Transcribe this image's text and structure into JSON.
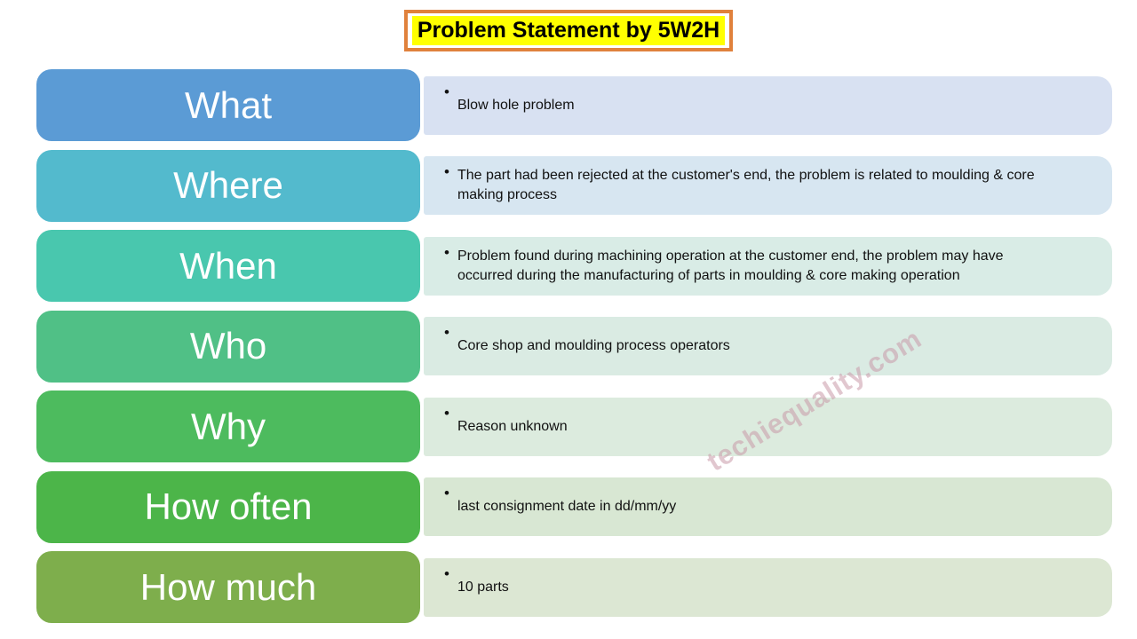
{
  "bullet": "•",
  "title": {
    "text": "Problem Statement by 5W2H",
    "highlight_color": "#FFFF00",
    "border_color": "#E0813C",
    "text_color": "#000000"
  },
  "watermark": {
    "text": "techiequality.com",
    "color": "#C99AA9"
  },
  "rows": [
    {
      "key": "what",
      "label": "What",
      "label_color": "#5B9BD5",
      "panel_color": "#D8E1F2",
      "text": "Blow hole problem"
    },
    {
      "key": "where",
      "label": "Where",
      "label_color": "#53BACD",
      "panel_color": "#D7E6F1",
      "text": "The part had been rejected at the customer's end, the problem is related to moulding & core making process"
    },
    {
      "key": "when",
      "label": "When",
      "label_color": "#49C7AE",
      "panel_color": "#D9ECE6",
      "text": "Problem found during machining operation at the customer end, the problem may have occurred during the manufacturing of parts in moulding & core making operation"
    },
    {
      "key": "who",
      "label": "Who",
      "label_color": "#50C086",
      "panel_color": "#DAEBE3",
      "text": "Core shop and moulding process operators"
    },
    {
      "key": "why",
      "label": "Why",
      "label_color": "#4DBB5E",
      "panel_color": "#DCEBDE",
      "text": "Reason unknown"
    },
    {
      "key": "how-often",
      "label": "How often",
      "label_color": "#4CB549",
      "panel_color": "#D8E7D3",
      "text": "last consignment date in dd/mm/yy"
    },
    {
      "key": "how-much",
      "label": "How much",
      "label_color": "#7EAE4C",
      "panel_color": "#DCE7D3",
      "text": "10 parts"
    }
  ]
}
